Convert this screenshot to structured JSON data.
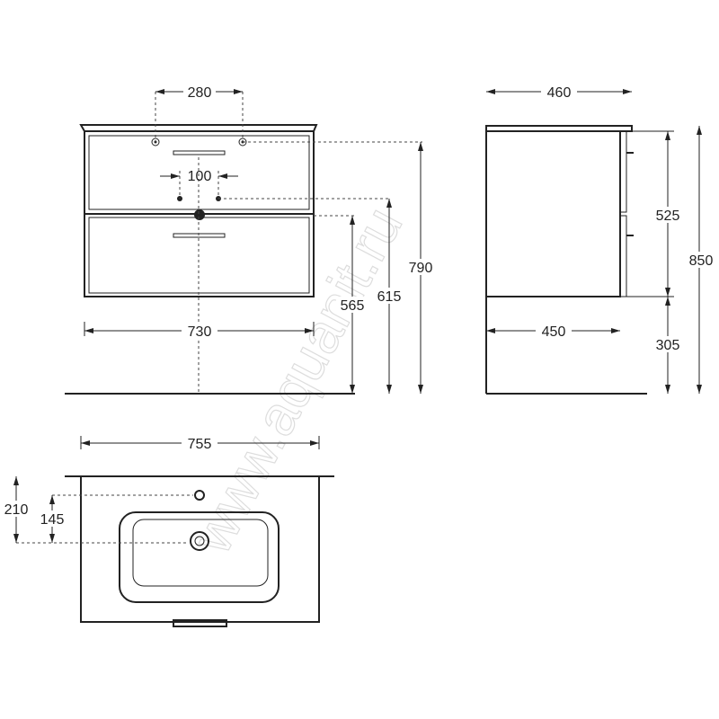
{
  "watermark": "www.aquanit.ru",
  "front_view": {
    "tap_spacing": "280",
    "waste_spacing": "100",
    "body_width": "730",
    "drawer_bottom_height": "565",
    "waste_height": "615",
    "top_edge_height": "790"
  },
  "side_view": {
    "top_depth": "460",
    "body_depth": "450",
    "body_height": "525",
    "floor_clearance": "305",
    "total_height": "850"
  },
  "top_view": {
    "basin_width": "755",
    "drain_offset": "210",
    "tap_to_drain": "145"
  }
}
